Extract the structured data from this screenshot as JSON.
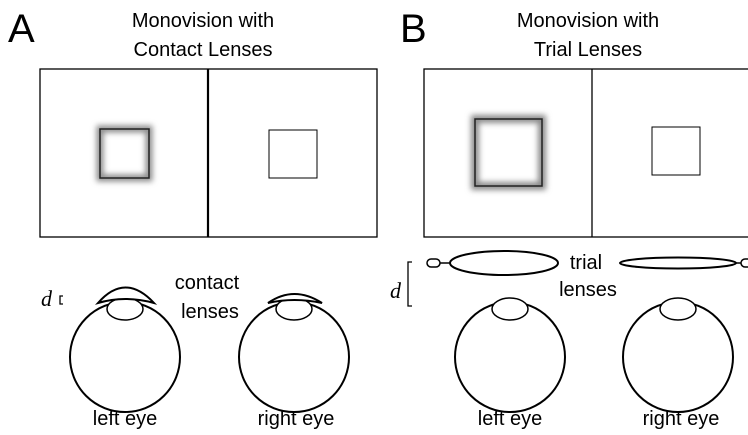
{
  "panels": [
    {
      "letter": "A",
      "title_line1": "Monovision with",
      "title_line2": "Contact Lenses",
      "lens_label_line1": "contact",
      "lens_label_line2": "lenses",
      "distance_symbol": "d",
      "left_eye_label": "left eye",
      "right_eye_label": "right eye"
    },
    {
      "letter": "B",
      "title_line1": "Monovision with",
      "title_line2": "Trial Lenses",
      "lens_label_line1": "trial",
      "lens_label_line2": "lenses",
      "distance_symbol": "d",
      "left_eye_label": "left eye",
      "right_eye_label": "right eye"
    }
  ],
  "colors": {
    "stroke": "#000000",
    "blur_shadow": "#9a9a9a",
    "background": "#ffffff"
  }
}
